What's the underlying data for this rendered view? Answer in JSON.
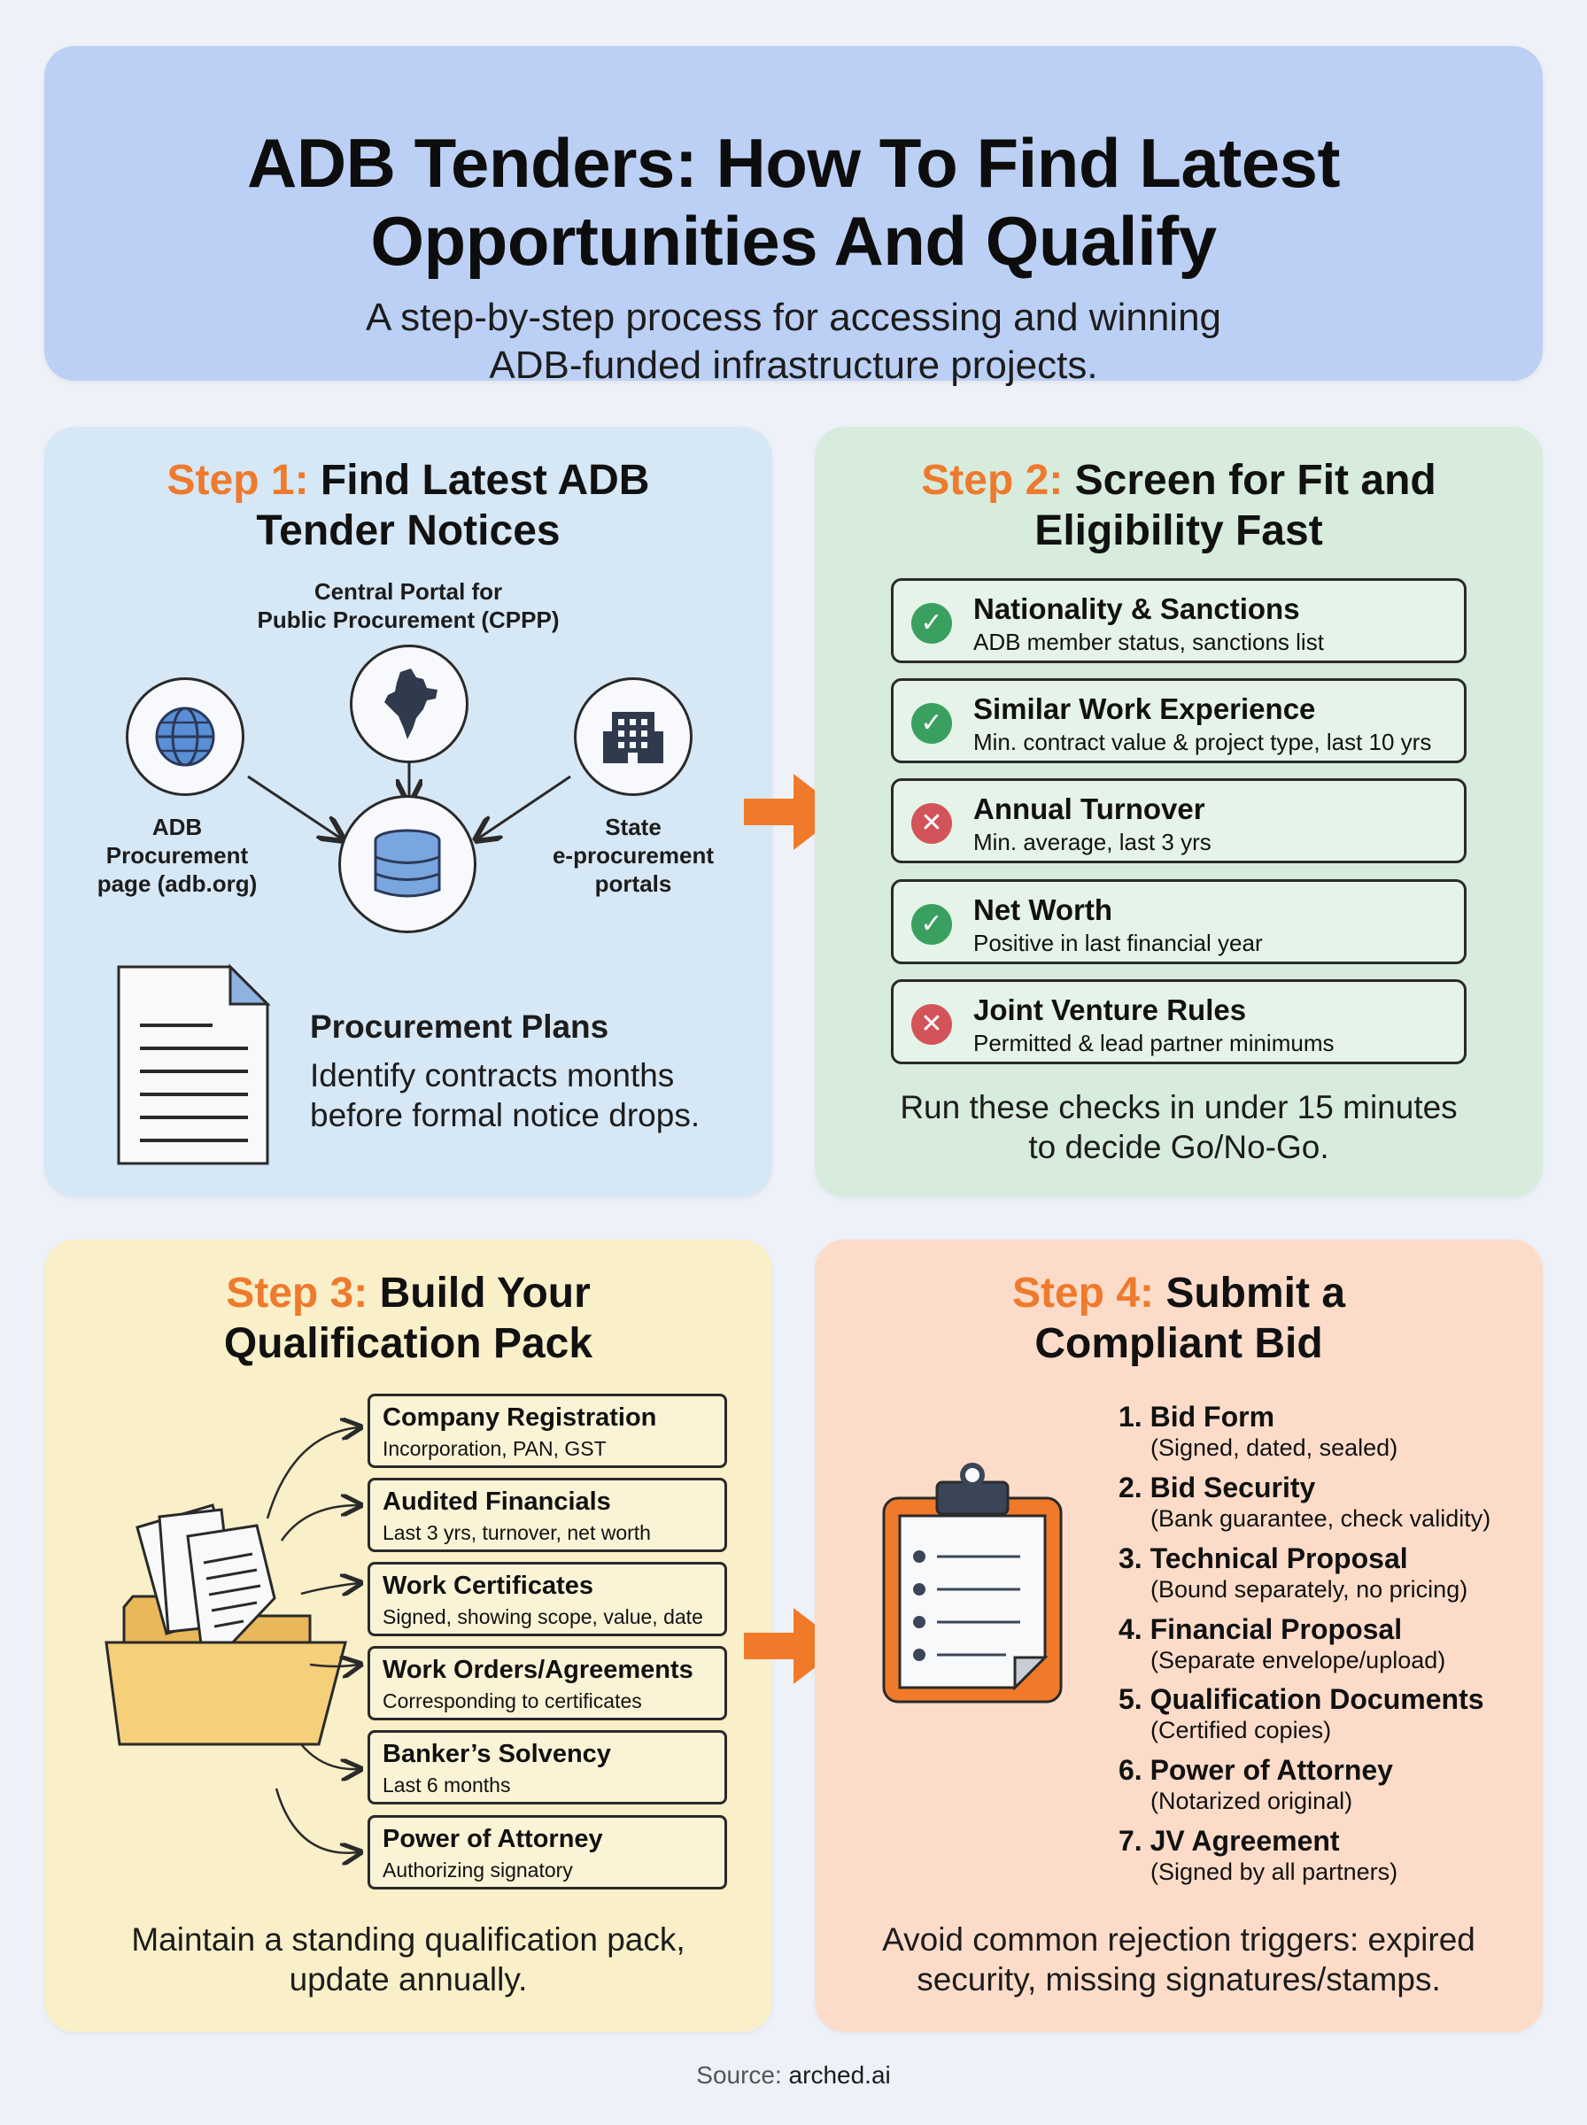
{
  "header": {
    "title_line1": "ADB Tenders: How To Find Latest",
    "title_line2": "Opportunities And Qualify",
    "subtitle_line1": "A step-by-step process for accessing and winning",
    "subtitle_line2": "ADB-funded infrastructure projects."
  },
  "step1": {
    "step_label": "Step 1:",
    "title_line1": "Find Latest ADB",
    "title_line2": "Tender Notices",
    "sources": {
      "cppp_line1": "Central Portal for",
      "cppp_line2": "Public Procurement (CPPP)",
      "adb_line1": "ADB",
      "adb_line2": "Procurement",
      "adb_line3": "page (adb.org)",
      "state_line1": "State",
      "state_line2": "e-procurement",
      "state_line3": "portals"
    },
    "note_title": "Procurement Plans",
    "note_line1": "Identify contracts months",
    "note_line2": "before formal notice drops."
  },
  "step2": {
    "step_label": "Step 2:",
    "title_line1": "Screen for Fit and",
    "title_line2": "Eligibility Fast",
    "checks": [
      {
        "title": "Nationality & Sanctions",
        "sub": "ADB member status, sanctions list",
        "status": "pass",
        "glyph": "✓"
      },
      {
        "title": "Similar Work Experience",
        "sub": "Min. contract value & project type, last 10 yrs",
        "status": "pass",
        "glyph": "✓"
      },
      {
        "title": "Annual Turnover",
        "sub": "Min. average, last 3 yrs",
        "status": "fail",
        "glyph": "✕"
      },
      {
        "title": "Net Worth",
        "sub": "Positive in last financial year",
        "status": "pass",
        "glyph": "✓"
      },
      {
        "title": "Joint Venture Rules",
        "sub": "Permitted & lead partner minimums",
        "status": "fail",
        "glyph": "✕"
      }
    ],
    "footer_line1": "Run these checks in under 15 minutes",
    "footer_line2": "to decide Go/No-Go."
  },
  "step3": {
    "step_label": "Step 3:",
    "title_line1": "Build Your",
    "title_line2": "Qualification Pack",
    "documents": [
      {
        "title": "Company Registration",
        "sub": "Incorporation, PAN, GST"
      },
      {
        "title": "Audited Financials",
        "sub": "Last 3 yrs, turnover, net worth"
      },
      {
        "title": "Work Certificates",
        "sub": "Signed, showing scope, value, date"
      },
      {
        "title": "Work Orders/Agreements",
        "sub": "Corresponding to certificates"
      },
      {
        "title": "Banker’s Solvency",
        "sub": "Last 6 months"
      },
      {
        "title": "Power of Attorney",
        "sub": "Authorizing signatory"
      }
    ],
    "footer_line1": "Maintain a standing qualification pack,",
    "footer_line2": "update annually."
  },
  "step4": {
    "step_label": "Step 4:",
    "title_line1": "Submit a",
    "title_line2": "Compliant Bid",
    "items": [
      {
        "title": "1. Bid Form",
        "sub": "(Signed, dated, sealed)"
      },
      {
        "title": "2. Bid Security",
        "sub": "(Bank guarantee, check validity)"
      },
      {
        "title": "3. Technical Proposal",
        "sub": "(Bound separately, no pricing)"
      },
      {
        "title": "4. Financial Proposal",
        "sub": "(Separate envelope/upload)"
      },
      {
        "title": "5. Qualification Documents",
        "sub": "(Certified copies)"
      },
      {
        "title": "6. Power of Attorney",
        "sub": "(Notarized original)"
      },
      {
        "title": "7. JV Agreement",
        "sub": "(Signed by all partners)"
      }
    ],
    "footer_line1": "Avoid common rejection triggers: expired",
    "footer_line2": "security, missing signatures/stamps."
  },
  "source": {
    "label": "Source:",
    "value": "arched.ai"
  },
  "colors": {
    "accent_orange": "#ee7a2e",
    "pass_green": "#3aa060",
    "fail_red": "#d2545a",
    "icon_blue": "#5a8fd6"
  },
  "icons": {
    "globe": "globe-icon",
    "india_map": "india-map-icon",
    "building": "building-icon",
    "database": "database-icon",
    "document": "document-icon",
    "folder": "folder-icon",
    "clipboard": "clipboard-icon",
    "arrow": "right-arrow-icon"
  }
}
